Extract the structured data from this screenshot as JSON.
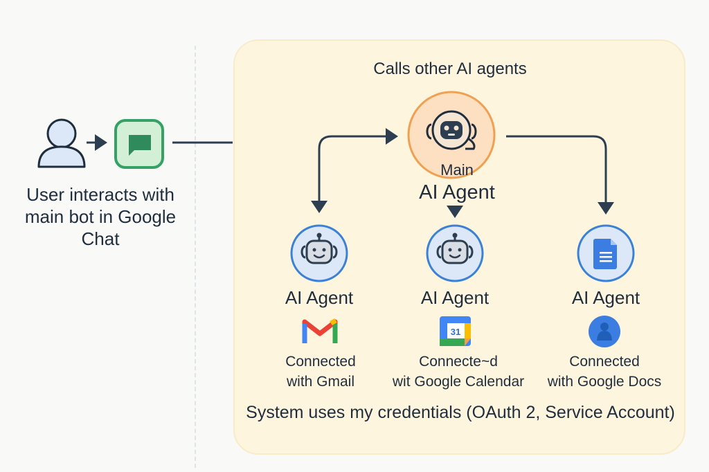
{
  "left": {
    "caption": "User interacts with main bot in Google Chat",
    "icons": [
      "user-icon",
      "google-chat-icon"
    ]
  },
  "panel": {
    "title": "Calls other AI agents",
    "main_agent": {
      "label_line1": "Main",
      "label_line2": "AI Agent",
      "icon": "robot-headset-icon",
      "accent": "#f0a050"
    },
    "agents": [
      {
        "label": "AI Agent",
        "icon": "robot-icon",
        "service_icon": "gmail-icon",
        "connected_line1": "Connected",
        "connected_line2": "with Gmail"
      },
      {
        "label": "AI Agent",
        "icon": "robot-icon",
        "service_icon": "google-calendar-icon",
        "calendar_day": "31",
        "connected_line1": "Connecte~d",
        "connected_line2": "wit Google Calendar"
      },
      {
        "label": "AI Agent",
        "icon": "google-docs-icon",
        "service_icon": "account-icon",
        "connected_line1": "Connected",
        "connected_line2": "with Google Docs"
      }
    ],
    "footer": "System uses my credentials (OAuth 2, Service Account)"
  },
  "colors": {
    "panel_bg": "#fef5df",
    "agent_ring": "#3b82d6",
    "main_ring": "#f0a050",
    "chat_green": "#34a265",
    "ink": "#2d3e50"
  }
}
